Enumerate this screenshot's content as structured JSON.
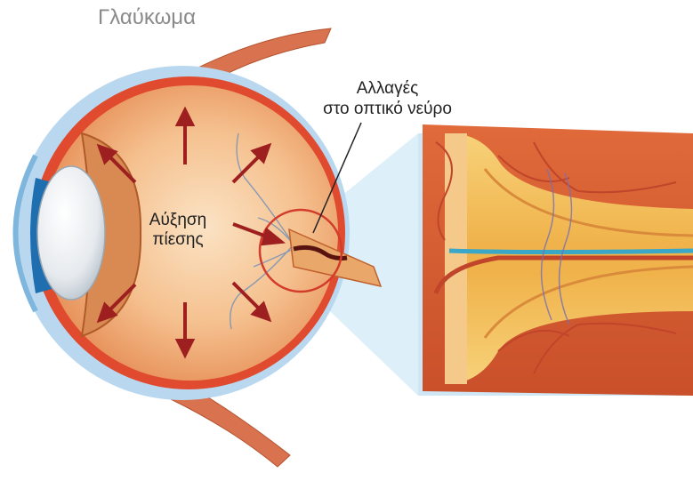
{
  "title": "Γλαύκωμα",
  "labels": {
    "optic_line1": "Αλλαγές",
    "optic_line2": "στο οπτικό νεύρο",
    "pressure_line1": "Αύξηση",
    "pressure_line2": "πίεσης"
  },
  "colors": {
    "sclera": "#c4382a",
    "globe_outer": "#6fa9d6",
    "lens": "#e9eef2",
    "iris": "#1f6fb0",
    "interior": "#f2b37e",
    "arrow": "#9e1f1f",
    "optic_bg": "#cfe7f4",
    "nerve": "#f0b24a",
    "vessel": "#c0452a",
    "vein": "#3aa6c8"
  }
}
